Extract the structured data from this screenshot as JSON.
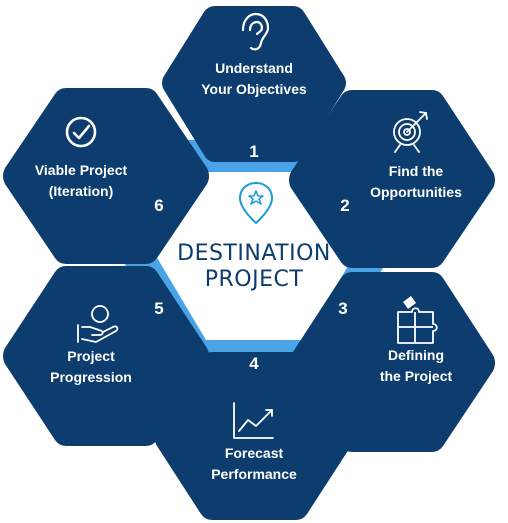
{
  "diagram": {
    "center": {
      "line1": "DESTINATION",
      "line2": "PROJECT",
      "icon": "star-location-pin-icon"
    },
    "steps": [
      {
        "number": "1",
        "line1": "Understand",
        "line2": "Your Objectives",
        "icon": "ear-icon"
      },
      {
        "number": "2",
        "line1": "Find the",
        "line2": "Opportunities",
        "icon": "target-arrow-icon"
      },
      {
        "number": "3",
        "line1": "Defining",
        "line2": "the Project",
        "icon": "puzzle-icon"
      },
      {
        "number": "4",
        "line1": "Forecast",
        "line2": "Performance",
        "icon": "line-chart-icon"
      },
      {
        "number": "5",
        "line1": "Project",
        "line2": "Progression",
        "icon": "hand-money-icon"
      },
      {
        "number": "6",
        "line1": "Viable Project",
        "line2": "(Iteration)",
        "icon": "check-circle-icon"
      }
    ],
    "colors": {
      "hex_dark": "#0d3c6e",
      "ring_light": "#4aa3e6",
      "icon_accent": "#1b9bd7"
    }
  }
}
